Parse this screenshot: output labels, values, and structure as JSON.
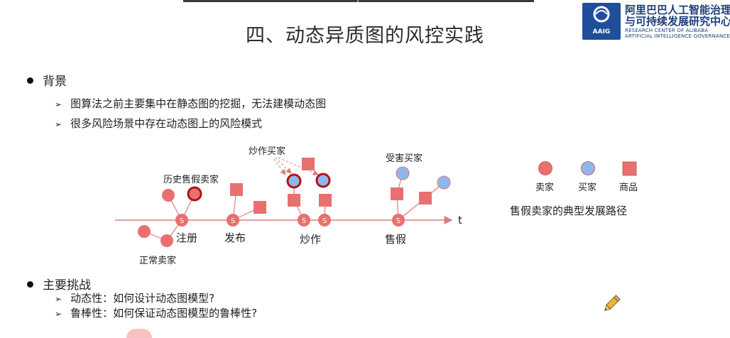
{
  "title": "四、动态异质图的风控实践",
  "logo": {
    "cn_line1": "阿里巴巴人工智能治理",
    "cn_line2": "与可持续发展研究中心",
    "en_line1": "RESEARCH CENTER OF ALIBABA",
    "en_line2": "ARTIFICIAL INTELLIGENCE GOVERNANCE",
    "badge": "AAIG"
  },
  "background": {
    "heading": "背景",
    "items": [
      "图算法之前主要集中在静态图的挖掘，无法建模动态图",
      "很多风险场景中存在动态图上的风险模式"
    ]
  },
  "diagram": {
    "stages": [
      "注册",
      "发布",
      "炒作",
      "售假"
    ],
    "node_s": "S",
    "axis_label": "t",
    "labels": {
      "history_fake_seller": "历史售假卖家",
      "hype_buyer": "炒作买家",
      "victim_buyer": "受害买家",
      "normal_seller": "正常卖家"
    },
    "legend": {
      "seller": "卖家",
      "buyer": "买家",
      "product": "商品",
      "caption": "售假卖家的典型发展路径"
    },
    "colors": {
      "seller": "#e8706e",
      "buyer": "#8fb7ec",
      "product": "#e8706e",
      "risk_outline": "#b0121a",
      "edge": "#e07c7c"
    }
  },
  "challenges": {
    "heading": "主要挑战",
    "items": [
      "动态性：如何设计动态图模型?",
      "鲁棒性：如何保证动态图模型的鲁棒性?"
    ]
  }
}
